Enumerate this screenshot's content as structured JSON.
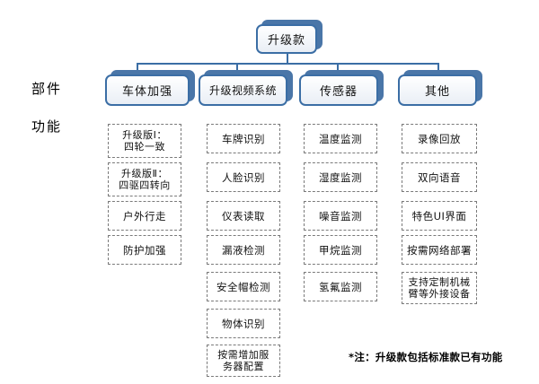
{
  "diagram": {
    "title": "升级款",
    "axis_labels": {
      "parts": "部件",
      "functions": "功能"
    },
    "root": {
      "label": "升级款"
    },
    "columns": [
      {
        "header": "车体加强",
        "items": [
          "升级版Ⅰ：\n四轮一致",
          "升级版Ⅱ：\n四驱四转向",
          "户外行走",
          "防护加强"
        ]
      },
      {
        "header": "升级视频系统",
        "items": [
          "车牌识别",
          "人脸识别",
          "仪表读取",
          "漏液检测",
          "安全帽检测",
          "物体识别",
          "按需增加服\n务器配置"
        ]
      },
      {
        "header": "传感器",
        "items": [
          "温度监测",
          "湿度监测",
          "噪音监测",
          "甲烷监测",
          "氢氟监测"
        ]
      },
      {
        "header": "其他",
        "items": [
          "录像回放",
          "双向语音",
          "特色UI界面",
          "按需网络部署",
          "支持定制机械\n臂等外接设备"
        ]
      }
    ],
    "footnote": "*注：升级款包括标准款已有功能",
    "colors": {
      "node_border": "#3b6ea5",
      "node_shadow": "#4a76a8",
      "leaf_border": "#7a7a7a",
      "connector": "#3b6ea5",
      "text": "#111111",
      "background": "#ffffff"
    }
  }
}
